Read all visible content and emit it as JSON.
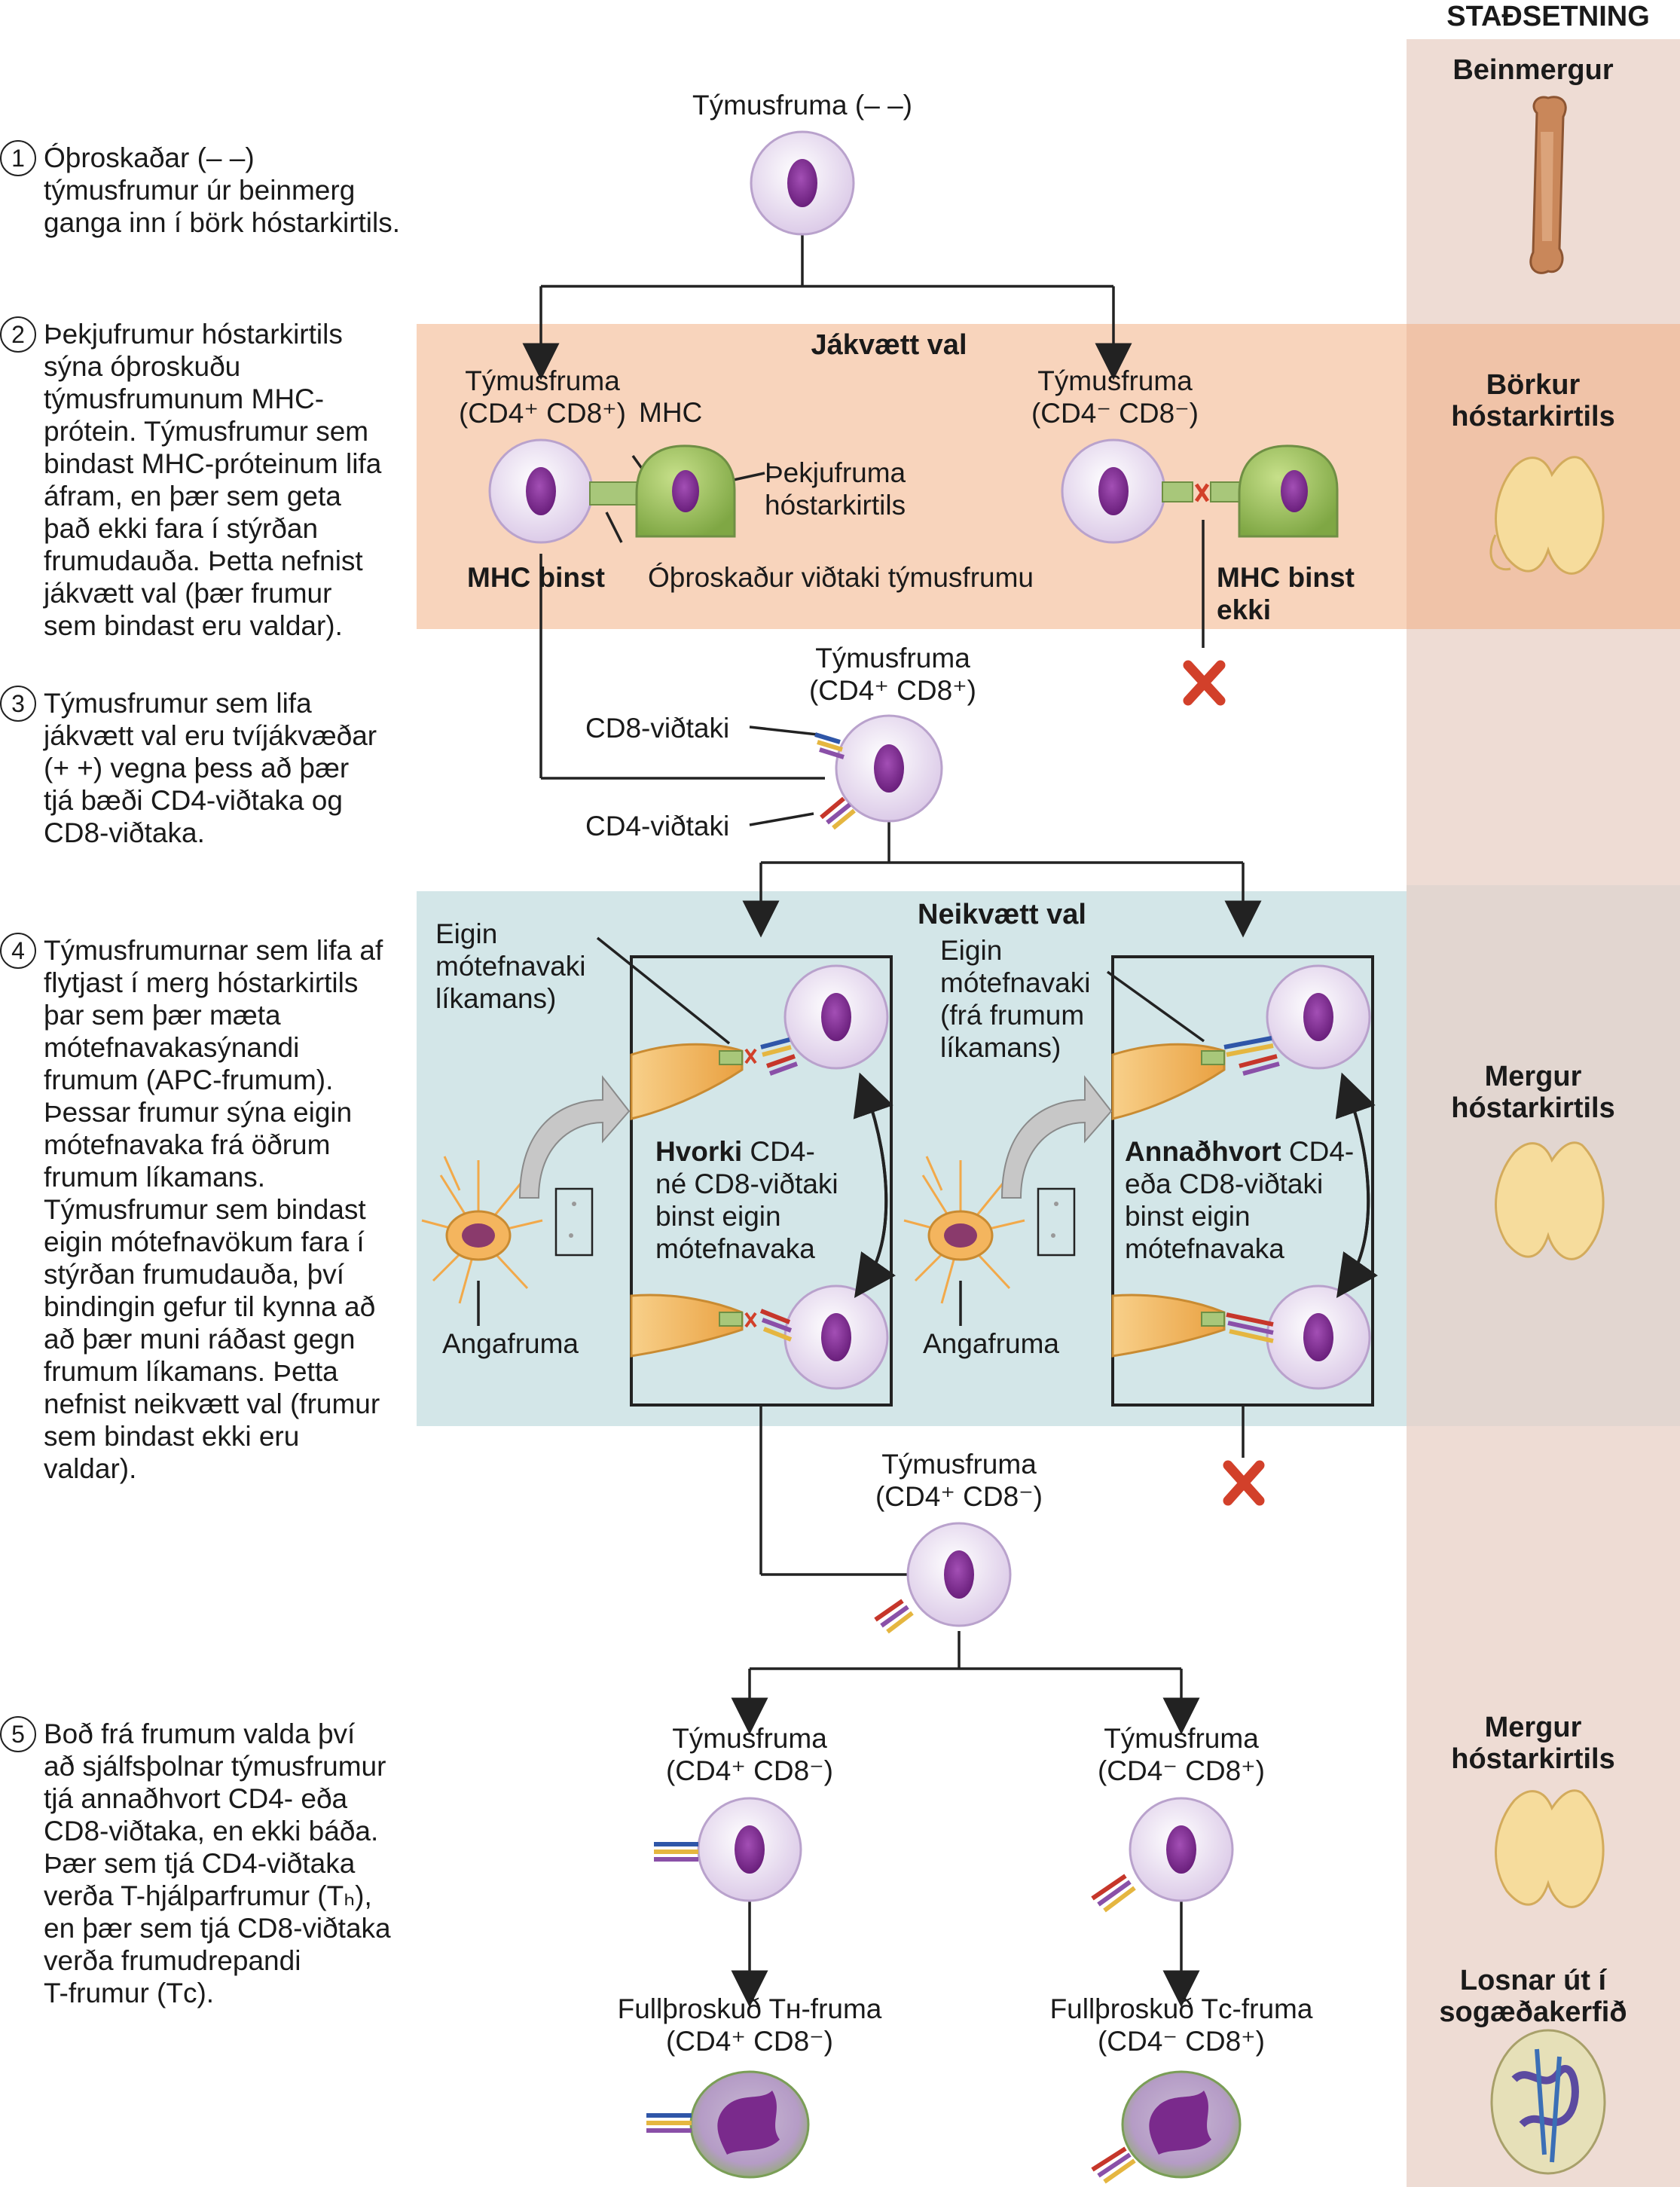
{
  "header": {
    "location_title": "STAÐSETNING"
  },
  "sidebar": {
    "locations": [
      {
        "label": "Beinmergur"
      },
      {
        "label": "Börkur\nhóstarkirtils"
      },
      {
        "label": "Mergur\nhóstarkirtils"
      },
      {
        "label": "Mergur\nhóstarkirtils"
      },
      {
        "label": "Losnar út í\nsogæðakerfið"
      }
    ]
  },
  "steps": [
    {
      "number": "1",
      "text": "Óþroskaðar (– –)\ntýmusfrumur úr beinmerg\nganga inn í börk hóstarkirtils."
    },
    {
      "number": "2",
      "text": "Þekjufrumur hóstarkirtils\nsýna óþroskuðu\ntýmusfrumunum MHC-\nprótein. Týmusfrumur sem\nbindast MHC-próteinum lifa\náfram, en þær sem geta\nþað ekki fara í stýrðan\nfrumudauða. Þetta nefnist\njákvætt val (þær frumur\nsem bindast eru valdar)."
    },
    {
      "number": "3",
      "text": "Týmusfrumur sem lifa\njákvætt val eru tvíjákvæðar\n(+ +) vegna þess að þær\ntjá bæði CD4-viðtaka og\nCD8-viðtaka."
    },
    {
      "number": "4",
      "text": "Týmusfrumurnar sem lifa af\nflytjast í merg hóstarkirtils\nþar sem þær mæta\nmótefnavakasýnandi\nfrumum (APC-frumum).\nÞessar frumur sýna eigin\nmótefnavaka frá öðrum\nfrumum líkamans.\nTýmusfrumur sem bindast\neigin mótefnavökum fara í\nstýrðan frumudauða, því\nbindingin gefur til kynna að\nað þær muni ráðast gegn\nfrumum líkamans. Þetta\nnefnist neikvætt val (frumur\nsem bindast ekki eru\nvaldar)."
    },
    {
      "number": "5",
      "text": "Boð frá frumum valda því\nað sjálfsþolnar týmusfrumur\ntjá annaðhvort CD4- eða\nCD8-viðtaka, en ekki báða.\nÞær sem tjá CD4-viðtaka\nverða T-hjálparfrumur (Tₕ),\nen þær sem tjá CD8-viðtaka\nverða frumudrepandi\nT-frumur (Tᴄ)."
    }
  ],
  "diagram": {
    "top_cell": "Týmusfruma (– –)",
    "positive_selection": {
      "title": "Jákvætt val",
      "left_cell": "Týmusfruma\n(CD4⁺ CD8⁺)",
      "mhc": "MHC",
      "epithelial": "Þekjufruma\nhóstarkirtils",
      "mhc_binds": "MHC binst",
      "receptor": "Óþroskaður viðtaki týmusfrumu",
      "right_cell": "Týmusfruma\n(CD4⁻ CD8⁻)",
      "mhc_no_bind": "MHC binst\nekki"
    },
    "double_positive": {
      "cell": "Týmusfruma\n(CD4⁺ CD8⁺)",
      "cd8": "CD8-viðtaki",
      "cd4": "CD4-viðtaki"
    },
    "negative_selection": {
      "title": "Neikvætt val",
      "left_self": "Eigin\nmótefnavaki\nlíkamans)",
      "left_text_bold": "Hvorki",
      "left_text": " CD4-\nné CD8-viðtaki\nbinst eigin\nmótefnavaka",
      "left_dendritic": "Angafruma",
      "right_self": "Eigin\nmótefnavaki\n(frá frumum\nlíkamans)",
      "right_text_bold": "Annaðhvort",
      "right_text": " CD4-\neða CD8-viðtaki\nbinst eigin\nmótefnavaka",
      "right_dendritic": "Angafruma"
    },
    "single_positive": {
      "cell": "Týmusfruma\n(CD4⁺ CD8⁻)"
    },
    "final": {
      "left_cell": "Týmusfruma\n(CD4⁺ CD8⁻)",
      "right_cell": "Týmusfruma\n(CD4⁻ CD8⁺)",
      "left_mature": "Fullþroskuð Tʜ-fruma\n(CD4⁺ CD8⁻)",
      "right_mature": "Fullþroskuð Tᴄ-fruma\n(CD4⁻ CD8⁺)"
    }
  },
  "colors": {
    "cortex_band": "#f7cdb0",
    "medulla_band": "#d3e6e8",
    "sidebar": "#eedcd4",
    "cell_fill": "#e9dcf0",
    "nucleus": "#7a2a8c",
    "epithelial": "#9ec25e",
    "apc": "#f2b45a",
    "cross": "#d2402a"
  }
}
